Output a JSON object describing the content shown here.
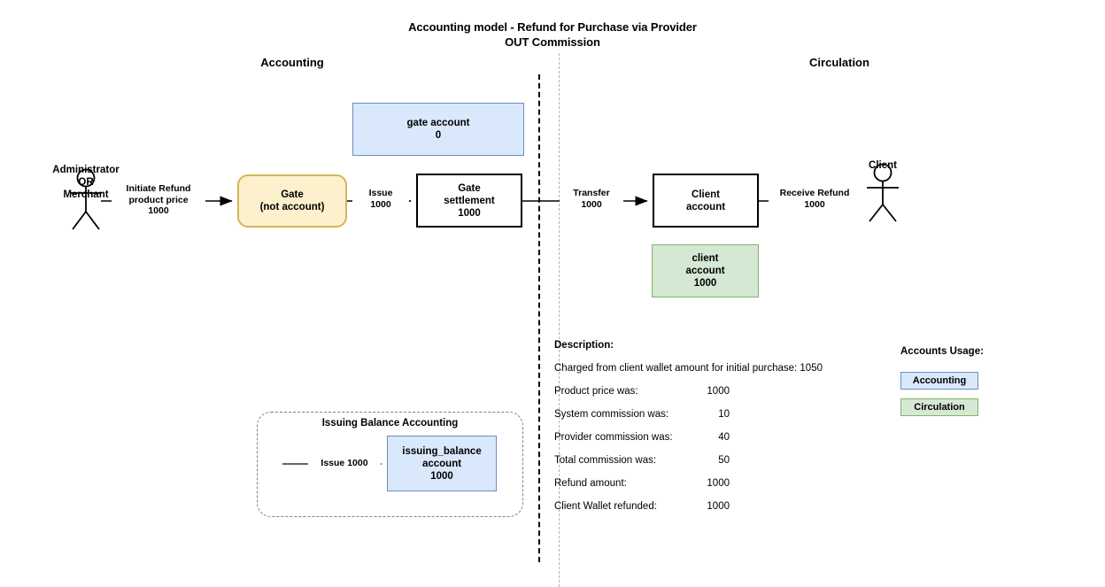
{
  "title": "Accounting model - Refund for Purchase via Provider OUT Commission",
  "title_line1": "Accounting model - Refund for Purchase via Provider",
  "title_line2": "OUT Commission",
  "lanes": {
    "left": "Accounting",
    "right": "Circulation"
  },
  "actors": {
    "admin": "Administrator\nOR\nMerchant",
    "admin_line1": "Administrator",
    "admin_line2": "OR",
    "admin_line3": "Merchant",
    "client": "Client"
  },
  "nodes": {
    "gate_account": {
      "name": "gate account",
      "amount": "0",
      "usage": "Accounting"
    },
    "gate": {
      "name": "Gate",
      "subtitle": "(not account)"
    },
    "gate_settlement": {
      "name": "Gate",
      "name2": "settlement",
      "amount": "1000"
    },
    "client_account": {
      "name": "Client",
      "name2": "account"
    },
    "client_balance": {
      "name": "client",
      "name2": "account",
      "amount": "1000",
      "usage": "Circulation"
    },
    "issuing_balance": {
      "name": "issuing_balance",
      "name2": "account",
      "amount": "1000",
      "usage": "Accounting"
    }
  },
  "edges": {
    "initiate_refund": {
      "line1": "Initiate Refund",
      "line2": "product price",
      "line3": "1000"
    },
    "issue": {
      "line1": "Issue",
      "line2": "1000"
    },
    "transfer": {
      "line1": "Transfer",
      "line2": "1000"
    },
    "receive_refund": {
      "line1": "Receive Refund",
      "line2": "1000"
    },
    "issue_balance": {
      "line1": "Issue 1000"
    }
  },
  "issuing_group": {
    "title": "Issuing Balance Accounting"
  },
  "description": {
    "heading": "Description:",
    "intro": "Charged from client wallet amount for initial purchase: 1050",
    "rows": [
      {
        "label": "Product price was:",
        "value": "1000"
      },
      {
        "label": "System commission was:",
        "value": "10"
      },
      {
        "label": "Provider commission was:",
        "value": "40"
      },
      {
        "label": "Total commission was:",
        "value": "50"
      },
      {
        "label": "Refund amount:",
        "value": "1000"
      },
      {
        "label": "Client Wallet refunded:",
        "value": "1000"
      }
    ]
  },
  "legend": {
    "title": "Accounts Usage:",
    "items": [
      {
        "label": "Accounting",
        "color": "#dae8fc",
        "border": "#6c8ebf"
      },
      {
        "label": "Circulation",
        "color": "#d5e8d4",
        "border": "#82b366"
      }
    ]
  },
  "colors": {
    "accounting_fill": "#dae8fc",
    "accounting_border": "#6c8ebf",
    "circulation_fill": "#d5e8d4",
    "circulation_border": "#82b366",
    "gate_fill": "#fdf0cd",
    "gate_border": "#d6b656",
    "line": "#000000"
  }
}
